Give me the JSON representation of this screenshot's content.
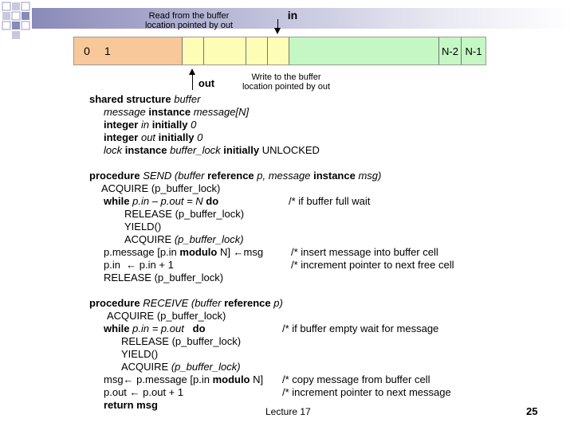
{
  "diagram": {
    "read_label": "Read from the buffer location pointed by out",
    "in_label": "in",
    "out_label": "out",
    "write_label": "Write to the buffer location pointed by out",
    "cells": {
      "c0": "0",
      "c1": "1",
      "cn2": "N-2",
      "cn1": "N-1"
    },
    "colors": {
      "consumed": "#f9c89a",
      "used": "#fdfdb6",
      "free": "#c4f7c4",
      "bar": "#8a8ab8"
    }
  },
  "code": {
    "s1": [
      "shared structure",
      " ",
      "buffer"
    ],
    "s2": [
      "message",
      " instance ",
      "message[N]"
    ],
    "s3": [
      "integer ",
      "in",
      " initially ",
      "0"
    ],
    "s4": [
      "integer ",
      "out",
      " initially ",
      "0"
    ],
    "s5": [
      "lock",
      " instance ",
      "buffer_lock",
      " initially ",
      "UNLOCKED"
    ],
    "p1": [
      "procedure ",
      "SEND (buffer ",
      "reference ",
      "p, message ",
      "instance ",
      "msg)"
    ],
    "p2": "ACQUIRE (p_buffer_lock)",
    "p3": [
      "while ",
      "p.in – p.out = N ",
      "do"
    ],
    "p3c": "/* if buffer full wait",
    "p4": "RELEASE (p_buffer_lock)",
    "p5": "YIELD()",
    "p6": [
      "ACQUIRE ",
      "(p_buffer_lock)"
    ],
    "p7": [
      "p.message [p.in ",
      "modulo",
      " N] ←msg"
    ],
    "p7c": "/* insert message into buffer cell",
    "p8": [
      "p.in  ← p.in + 1"
    ],
    "p8c": "/* increment pointer to next free cell",
    "p9": "RELEASE (p_buffer_lock)",
    "r1": [
      "procedure ",
      "RECEIVE (buffer ",
      "reference ",
      "p)"
    ],
    "r2": "ACQUIRE (p_buffer_lock)",
    "r3": [
      "while ",
      "p.in = p.out",
      "   do"
    ],
    "r3c": "/* if buffer empty wait for message",
    "r4": "RELEASE (p_buffer_lock)",
    "r5": "YIELD()",
    "r6": [
      "ACQUIRE ",
      "(p_buffer_lock)"
    ],
    "r7": [
      "msg← p.message [p.in ",
      "modulo",
      " N]"
    ],
    "r7c": "/* copy message from buffer cell",
    "r8": "p.out ← p.out + 1",
    "r8c": "/* increment pointer to next message",
    "r9": "return msg"
  },
  "footer": {
    "lecture": "Lecture 17",
    "page": "25"
  }
}
